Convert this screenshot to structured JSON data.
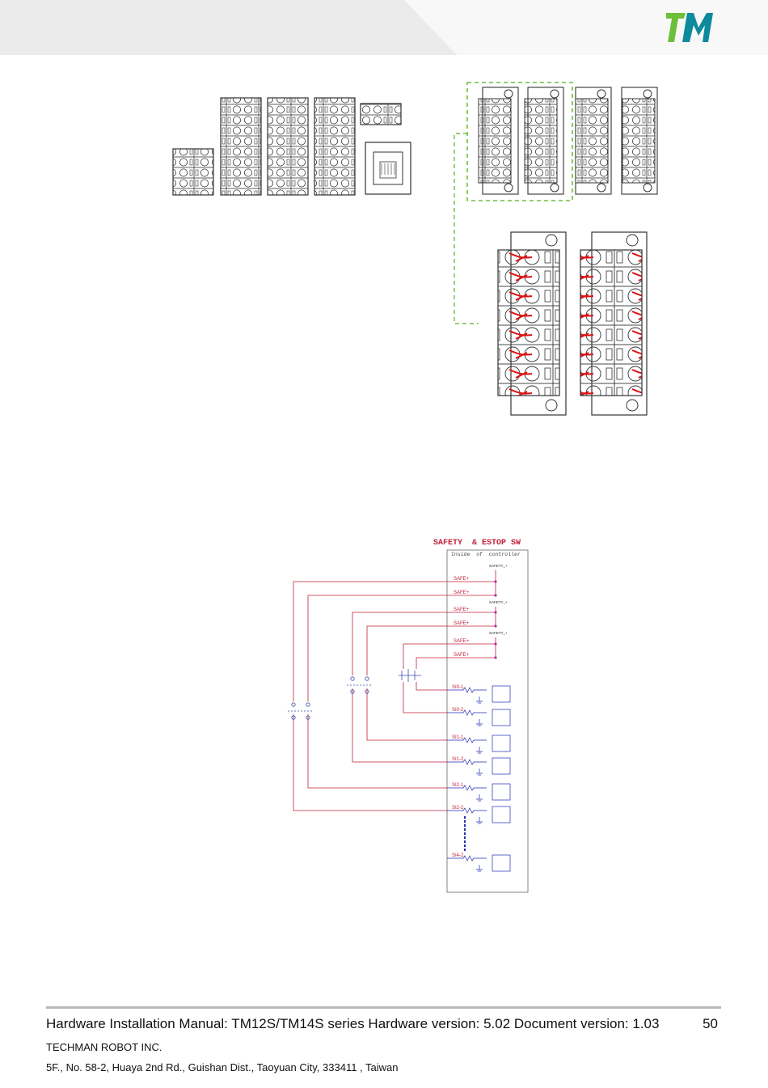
{
  "header": {
    "logo_text": "TM"
  },
  "schematic": {
    "title": "SAFETY  & ESTOP SW",
    "subtitle": "Inside  of  controller",
    "pin_labels": [
      "SAFE+",
      "SAFE+",
      "SAFE+",
      "SAFE+",
      "SAFE+",
      "SAFE+"
    ],
    "net_labels": [
      "SAFETY_+",
      "SAFETY_+",
      "SAFETY_+"
    ],
    "input_labels": [
      "SI0-1",
      "SI0-2",
      "SI1-1",
      "SI1-2",
      "SI2-1",
      "SI2-2",
      "SI4-2"
    ]
  },
  "footer": {
    "title": "Hardware Installation Manual: TM12S/TM14S series Hardware version: 5.02 Document version: 1.03",
    "page_number": "50",
    "company": "TECHMAN ROBOT INC.",
    "address": "5F., No. 58-2, Huaya 2nd Rd., Guishan Dist., Taoyuan City, 333411 , Taiwan"
  },
  "colors": {
    "accent_green": "#6cbf3a",
    "accent_teal": "#0e8a9c",
    "wire_red": "#c0213a",
    "wire_blue": "#1e2bb8"
  }
}
